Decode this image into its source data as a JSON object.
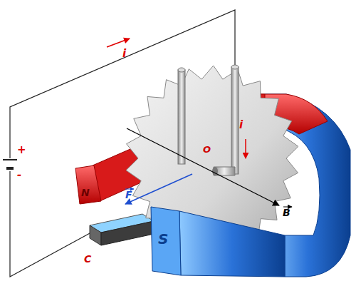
{
  "diagram": {
    "labels": [
      "i",
      "+",
      "-",
      "i",
      "O",
      "N",
      "S",
      "F",
      "B",
      "C"
    ]
  }
}
